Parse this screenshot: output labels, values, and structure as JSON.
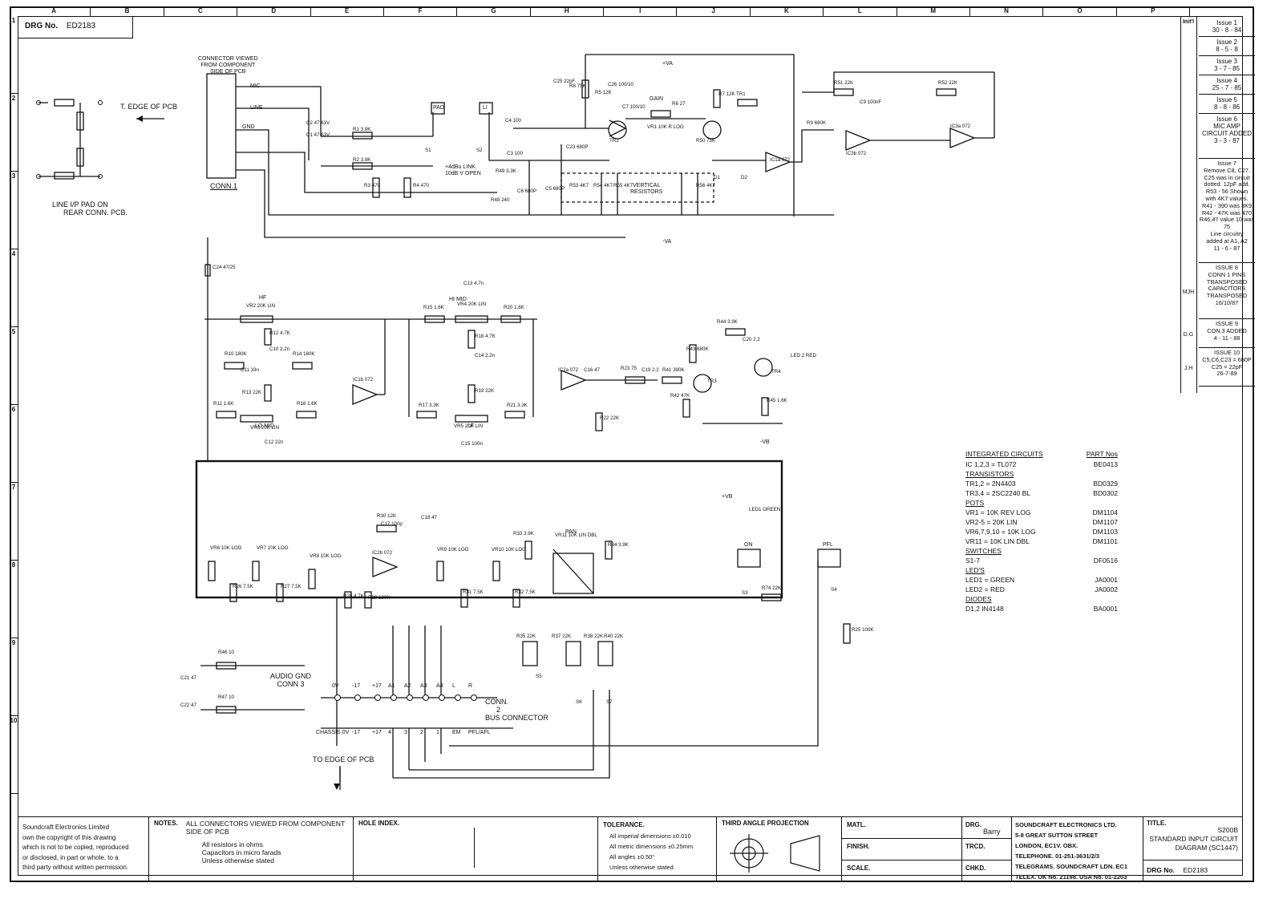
{
  "drawing_number": "ED2183",
  "drawing_number_label": "DRG No.",
  "grid": {
    "columns": [
      "A",
      "B",
      "C",
      "D",
      "E",
      "F",
      "G",
      "H",
      "I",
      "J",
      "K",
      "L",
      "M",
      "N",
      "O",
      "P"
    ],
    "rows": [
      "1",
      "2",
      "3",
      "4",
      "5",
      "6",
      "7",
      "8",
      "9",
      "10"
    ]
  },
  "issues_header": "Init'l",
  "issues": [
    {
      "init": "",
      "text": [
        "Issue 1",
        "30 - 8 - 84"
      ]
    },
    {
      "init": "",
      "text": [
        "Issue 2",
        "8 - 5 - 8"
      ]
    },
    {
      "init": "",
      "text": [
        "Issue 3",
        "3 - 7 - 85"
      ]
    },
    {
      "init": "",
      "text": [
        "Issue 4",
        "25 - 7 - 85"
      ]
    },
    {
      "init": "",
      "text": [
        "Issue 5",
        "8 - 8 - 86"
      ]
    },
    {
      "init": "",
      "text": [
        "Issue 6",
        "MIC AMP",
        "CIRCUIT ADDED",
        "3 - 3 - 87"
      ]
    },
    {
      "init": "",
      "text": [
        "Issue 7",
        "Remove C8, C27.",
        "C25 was in circuit",
        "dotted. 12pF add.",
        "R53 - 56 Shown",
        "with 4K7 values.",
        "R41 - 390 was 3K9",
        "R42 - 47K was 470",
        "R46,47 value 10 was 75",
        "Line circuitry",
        "added at A1, A2",
        "11 - 6 - 87"
      ]
    },
    {
      "init": "MJH",
      "text": [
        "ISSUE 8",
        "CONN 1 PINS",
        "TRANSPOSED",
        "CAPACITORS",
        "TRANSPOSED",
        "16/10/87"
      ]
    },
    {
      "init": "D.G",
      "text": [
        "ISSUE 9",
        "CON.3 ADDED",
        "4 - 11 - 88"
      ]
    },
    {
      "init": "J.H",
      "text": [
        "ISSUE 10",
        "C5,C6,C23 = 680P",
        "C25 = 22pF",
        "26-7-89"
      ]
    }
  ],
  "parts_list": {
    "header": [
      "INTEGRATED CIRCUITS",
      "PART Nos"
    ],
    "sections": [
      {
        "title": "",
        "rows": [
          [
            "IC 1,2,3 = TL072",
            "BE0413"
          ]
        ]
      },
      {
        "title": "TRANSISTORS",
        "rows": [
          [
            "TR1,2 = 2N4403",
            "BD0329"
          ],
          [
            "TR3,4 = 2SC2240 BL",
            "BD0302"
          ]
        ]
      },
      {
        "title": "POTS",
        "rows": [
          [
            "VR1 = 10K REV LOG",
            "DM1104"
          ],
          [
            "VR2-5 = 20K LIN",
            "DM1107"
          ],
          [
            "VR6,7,9,10 = 10K LOG",
            "DM1103"
          ],
          [
            "VR11 = 10K LIN DBL",
            "DM1101"
          ]
        ]
      },
      {
        "title": "SWITCHES",
        "rows": [
          [
            "S1-7",
            "DF0516"
          ]
        ]
      },
      {
        "title": "LED'S",
        "rows": [
          [
            "LED1 = GREEN",
            "JA0001"
          ],
          [
            "LED2 = RED",
            "JA0002"
          ]
        ]
      },
      {
        "title": "DIODES",
        "rows": [
          [
            "D1,2 IN4148",
            "BA0001"
          ]
        ]
      }
    ]
  },
  "labels": {
    "conn_view": [
      "CONNECTOR VIEWED",
      "FROM COMPONENT",
      "SIDE OF PCB"
    ],
    "conn1": "CONN.1",
    "edge_pcb": "T. EDGE OF PCB",
    "line_pad": [
      "LINE I/P PAD ON",
      "REAR CONN. PCB."
    ],
    "to_edge": "TO EDGE OF PCB",
    "bus_connector": [
      "CONN.",
      "2",
      "BUS CONNECTOR"
    ],
    "audio_gnd": [
      "AUDIO GND",
      "CONN 3"
    ],
    "vertical_resistors": [
      "VERTICAL",
      "RESISTORS"
    ],
    "plus_va": "+VA",
    "minus_va": "-VA",
    "minus_vb": "-VB",
    "plus_vb": "+VB",
    "mic": "MIC",
    "line": "LINE",
    "gnd": "GND",
    "pad": "PAD",
    "li": "LI",
    "gain": "GAIN",
    "hf": "HF",
    "hi_mid": "HI MID",
    "lo_mid": "LO MID",
    "lf": "LF",
    "pan": "PAN",
    "on": "ON",
    "pfl": "PFL",
    "link_note": [
      "+4dBu LINK",
      "10dB V OPEN"
    ]
  },
  "components": [
    "R1 3.9K",
    "R2 3.9K",
    "R3 470",
    "R4 470",
    "C1 47 63V",
    "C2 47 63V",
    "S1",
    "S2",
    "R49 3.3K",
    "R48 240",
    "C4 100",
    "C3 100",
    "C6 680P",
    "C5 680P",
    "C23 680P",
    "C25 22pF",
    "R8 75K",
    "R5 12K",
    "C26 100/10",
    "C7 100/10",
    "R6 27",
    "VR1 10K R LOG",
    "R7 12K",
    "TR1",
    "TR2",
    "R50 75K",
    "D1",
    "D2",
    "IC1a 072",
    "R53 4K7",
    "R54 4K7",
    "R55 4K7",
    "R56 4K7",
    "R51 22K",
    "R52 22K",
    "C9 100nF",
    "R9 680K",
    "IC3b 072",
    "IC3a 072",
    "C24 47/25",
    "VR2 20K LIN",
    "R12 4.7K",
    "C10 2.2n",
    "R10 180K",
    "R14 180K",
    "C11 33n",
    "R13 22K",
    "IC1b 072",
    "R11 1.6K",
    "R16 1.6K",
    "VR3 20K LIN",
    "C12 22n",
    "C13 4.7n",
    "R15 1.6K",
    "R20 1.6K",
    "VR4 20K LIN",
    "R18 4.7K",
    "C14 2.2n",
    "R19 22K",
    "R17 3.3K",
    "R21 3.3K",
    "VR5 20K LIN",
    "C15 100n",
    "IC2a 072",
    "C16 47",
    "R22 22K",
    "R23 75",
    "C19 2.2",
    "R41 390K",
    "R42 47K",
    "TR3",
    "R43 680K",
    "R44 3.9K",
    "C20 2.2",
    "TR4",
    "LED 2 RED",
    "R45 1.6K",
    "VR6 10K LOG",
    "VR7 10K LOG",
    "R26 7.5K",
    "R27 7.5K",
    "VR8 10K LOG",
    "R30 12K",
    "C18 47",
    "C17 100p",
    "IC2b 072",
    "R28 4.7K",
    "R29 180K",
    "VR9 10K LOG",
    "VR10 10K LOG",
    "R31 7.5K",
    "R32 7.5K",
    "R33 3.9K",
    "VR11 10K LIN DBL",
    "R34 3.9K",
    "LED1 GREEN",
    "S3",
    "R74 22K",
    "S4",
    "R25 100K",
    "R35 22K",
    "R37 22K",
    "R38 22K",
    "R40 22K",
    "S5",
    "S6",
    "S7",
    "R46 10",
    "R47 10",
    "C21 47",
    "C22 47"
  ],
  "bus_pins_top": [
    "0V",
    "-17",
    "+17",
    "A1",
    "A2",
    "A3",
    "A4",
    "L",
    "R"
  ],
  "bus_pins_bottom": [
    "CHASSIS 0V",
    "-17",
    "+17",
    "4",
    "3",
    "2",
    "1",
    "EM",
    "PFL/AFL"
  ],
  "title_block": {
    "copyright": [
      "Soundcraft Electronics Limited",
      "own the copyright of this drawing",
      "which is not to be copied, reproduced",
      "or disclosed, in part or whole, to a",
      "third party without written permission."
    ],
    "notes_label": "NOTES.",
    "notes": [
      "ALL CONNECTORS VIEWED FROM COMPONENT SIDE OF PCB",
      "All resistors in ohms",
      "Capacitors in micro farads",
      "Unless otherwise stated"
    ],
    "hole_index": "HOLE INDEX.",
    "tolerance_label": "TOLERANCE.",
    "tolerance": [
      "All imperial dimensions ±0.010",
      "All metric dimensions ±0.25mm",
      "All angles ±0.50°",
      "Unless otherwise stated."
    ],
    "projection": "THIRD ANGLE PROJECTION",
    "matl": "MATL.",
    "finish": "FINISH.",
    "scale": "SCALE.",
    "drg": "DRG.",
    "drg_by": "Barry",
    "trcd": "TRCD.",
    "chkd": "CHKD.",
    "company": [
      "SOUNDCRAFT ELECTRONICS LTD.",
      "5-8 GREAT SUTTON STREET",
      "LONDON, EC1V. OBX.",
      "TELEPHONE. 01-251-3631/2/3",
      "TELEGRAMS. SOUNDCRAFT LDN. EC1",
      "TELEX. UK No. 21198. USA No. 01-2203"
    ],
    "title_label": "TITLE.",
    "title": [
      "S200B",
      "STANDARD INPUT CIRCUIT",
      "DIAGRAM (SC1447)"
    ],
    "drg_no_label": "DRG No.",
    "drg_no": "ED2183"
  }
}
